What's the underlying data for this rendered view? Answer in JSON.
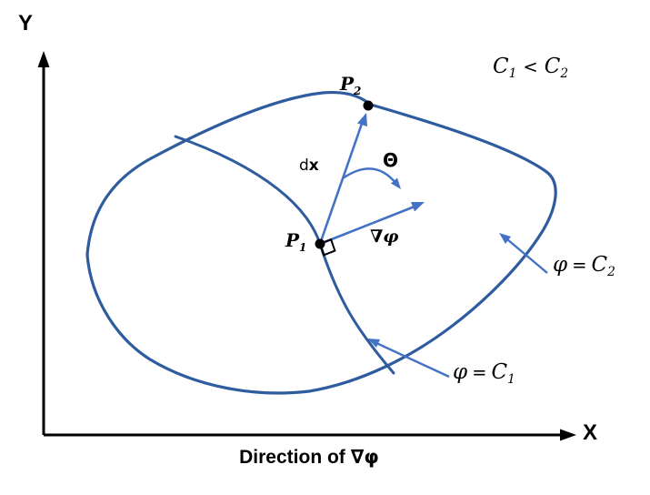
{
  "colors": {
    "contour_blue": "#2E5C9E",
    "arrow_blue": "#4472C4",
    "axis_black": "#000000"
  },
  "axes": {
    "y_label": "Y",
    "x_label": "X"
  },
  "caption": {
    "prefix": "Direction of",
    "gradient": "∇φ"
  },
  "inequality": {
    "lhs_base": "C",
    "lhs_sub": "1",
    "op": "<",
    "rhs_base": "C",
    "rhs_sub": "2"
  },
  "points": {
    "p1": {
      "base": "P",
      "sub": "1"
    },
    "p2": {
      "base": "P",
      "sub": "2"
    }
  },
  "vectors": {
    "dx_prefix": "d",
    "dx_vector": "x",
    "gradient_label": "∇φ",
    "angle_label": "Θ"
  },
  "contours": {
    "c2": {
      "lhs": "φ",
      "op": "=",
      "base": "C",
      "sub": "2"
    },
    "c1": {
      "lhs": "φ",
      "op": "=",
      "base": "C",
      "sub": "1"
    }
  }
}
